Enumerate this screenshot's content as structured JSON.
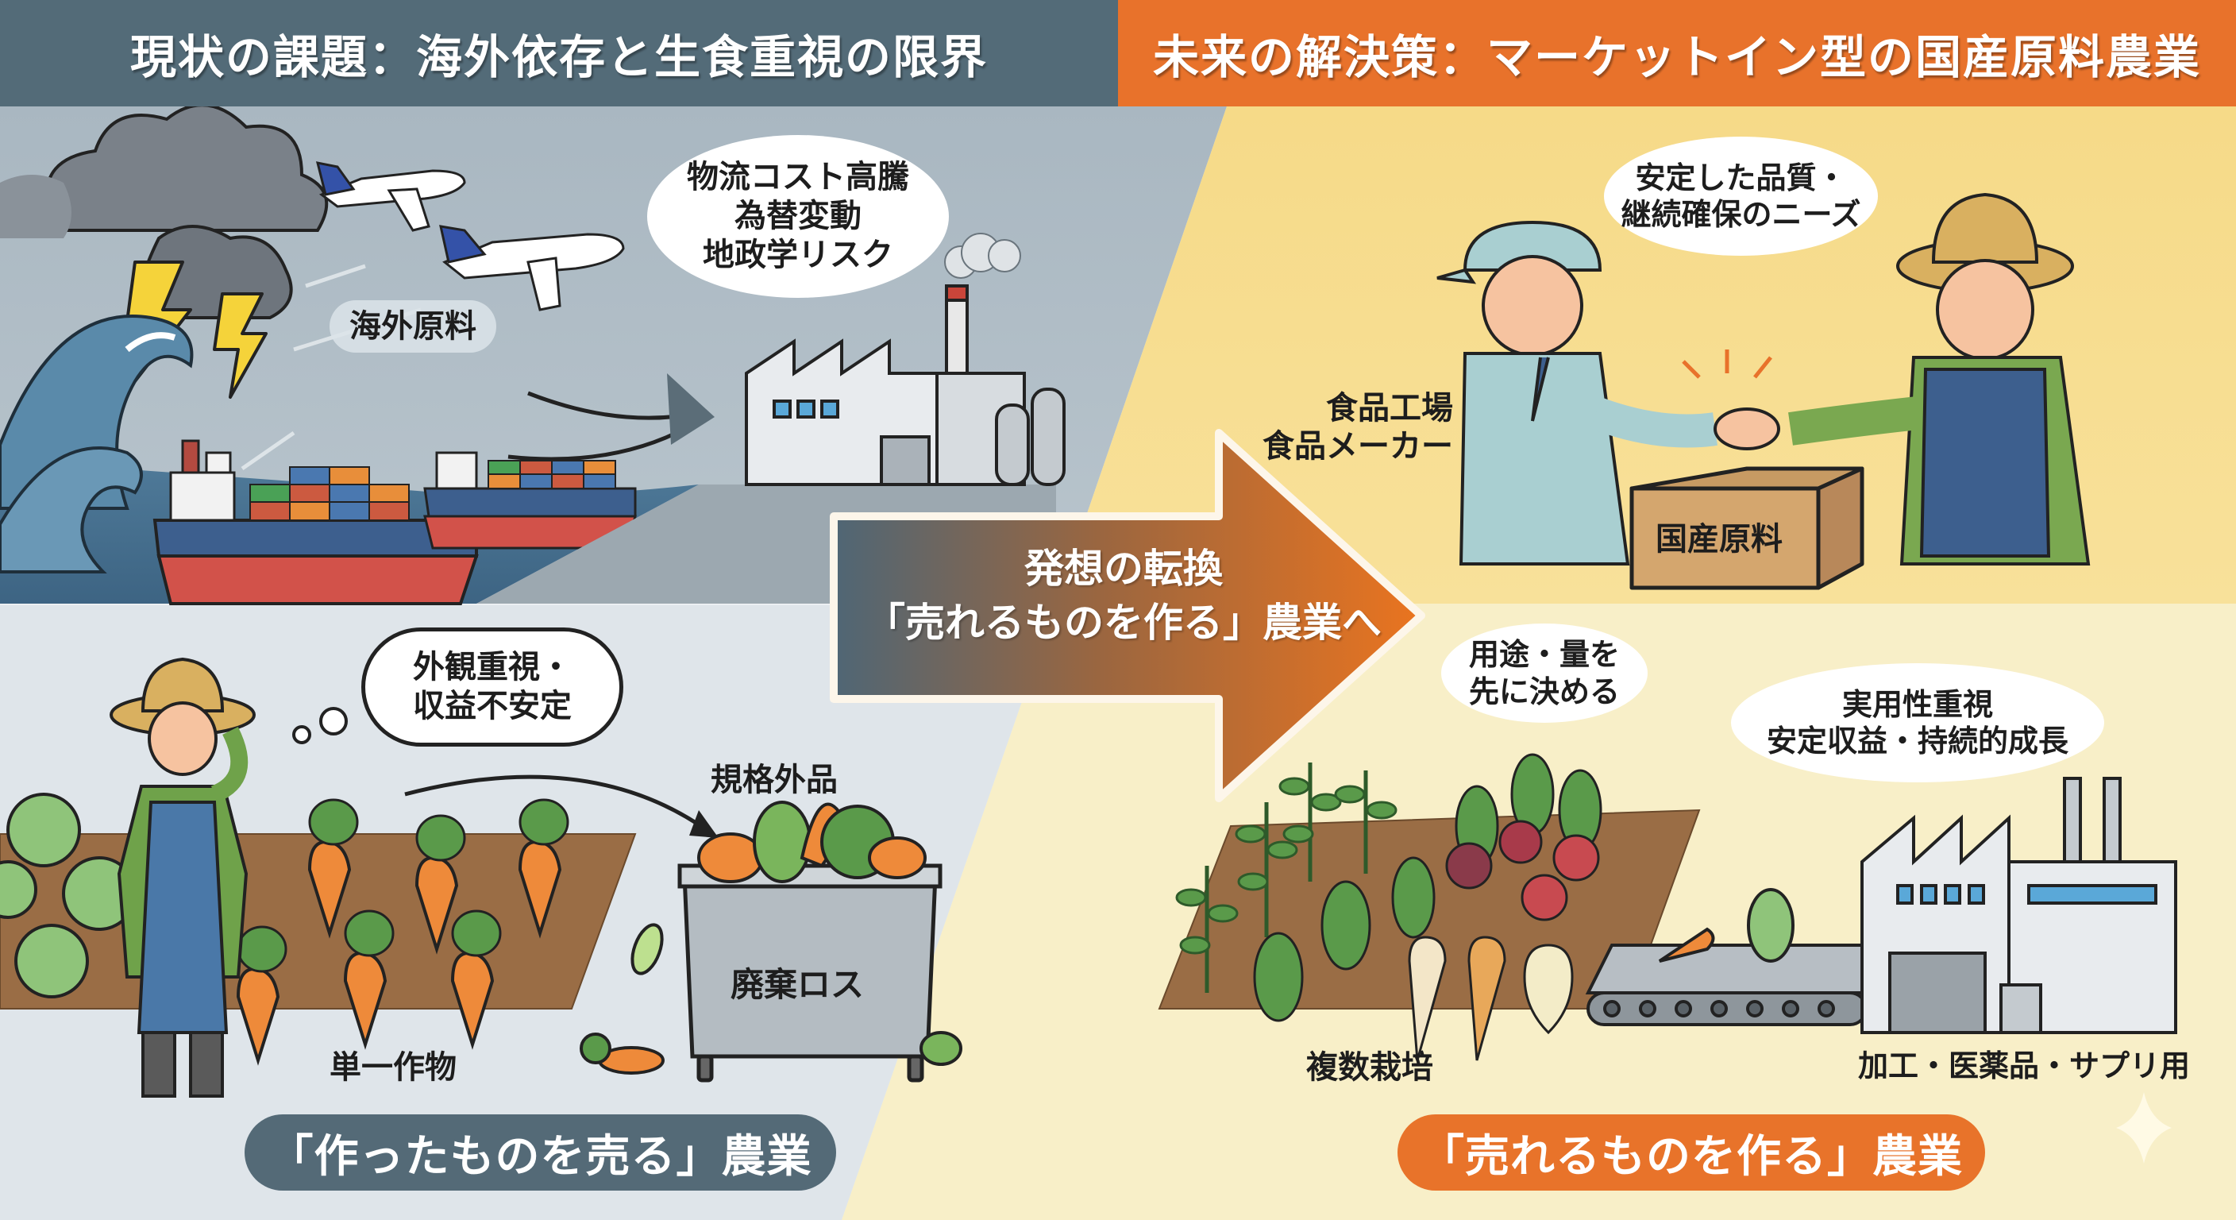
{
  "header": {
    "left_title": "現状の課題：海外依存と生食重視の限界",
    "right_title": "未来の解決策：マーケットイン型の国産原料農業"
  },
  "colors": {
    "left_header": "#536b78",
    "right_header": "#e8722b",
    "left_bg_top": "#aab8c2",
    "left_bg_bottom": "#dfe5ea",
    "right_bg_top": "#f7dc8c",
    "right_bg_bottom": "#f8efc8",
    "arrow_start": "#4f6675",
    "arrow_end": "#e8731f"
  },
  "left_top": {
    "risk_bubble": [
      "物流コスト高騰",
      "為替変動",
      "地政学リスク"
    ],
    "import_label": "海外原料"
  },
  "left_bottom": {
    "thought_bubble": [
      "外観重視・",
      "収益不安定"
    ],
    "offspec_label": "規格外品",
    "bin_label": "廃棄ロス",
    "crop_label": "単一作物",
    "pill_label": "「作ったものを売る」農業"
  },
  "center_arrow": {
    "line1": "発想の転換",
    "line2": "「売れるものを作る」農業へ"
  },
  "right_top": {
    "needs_bubble": [
      "安定した品質・",
      "継続確保のニーズ"
    ],
    "maker_label": [
      "食品工場",
      "食品メーカー"
    ],
    "box_label": "国産原料"
  },
  "right_bottom": {
    "plan_bubble": [
      "用途・量を",
      "先に決める"
    ],
    "benefit_bubble": [
      "実用性重視",
      "安定収益・持続的成長"
    ],
    "crop_label": "複数栽培",
    "use_label": "加工・医薬品・サプリ用",
    "pill_label": "「売れるものを作る」農業"
  }
}
